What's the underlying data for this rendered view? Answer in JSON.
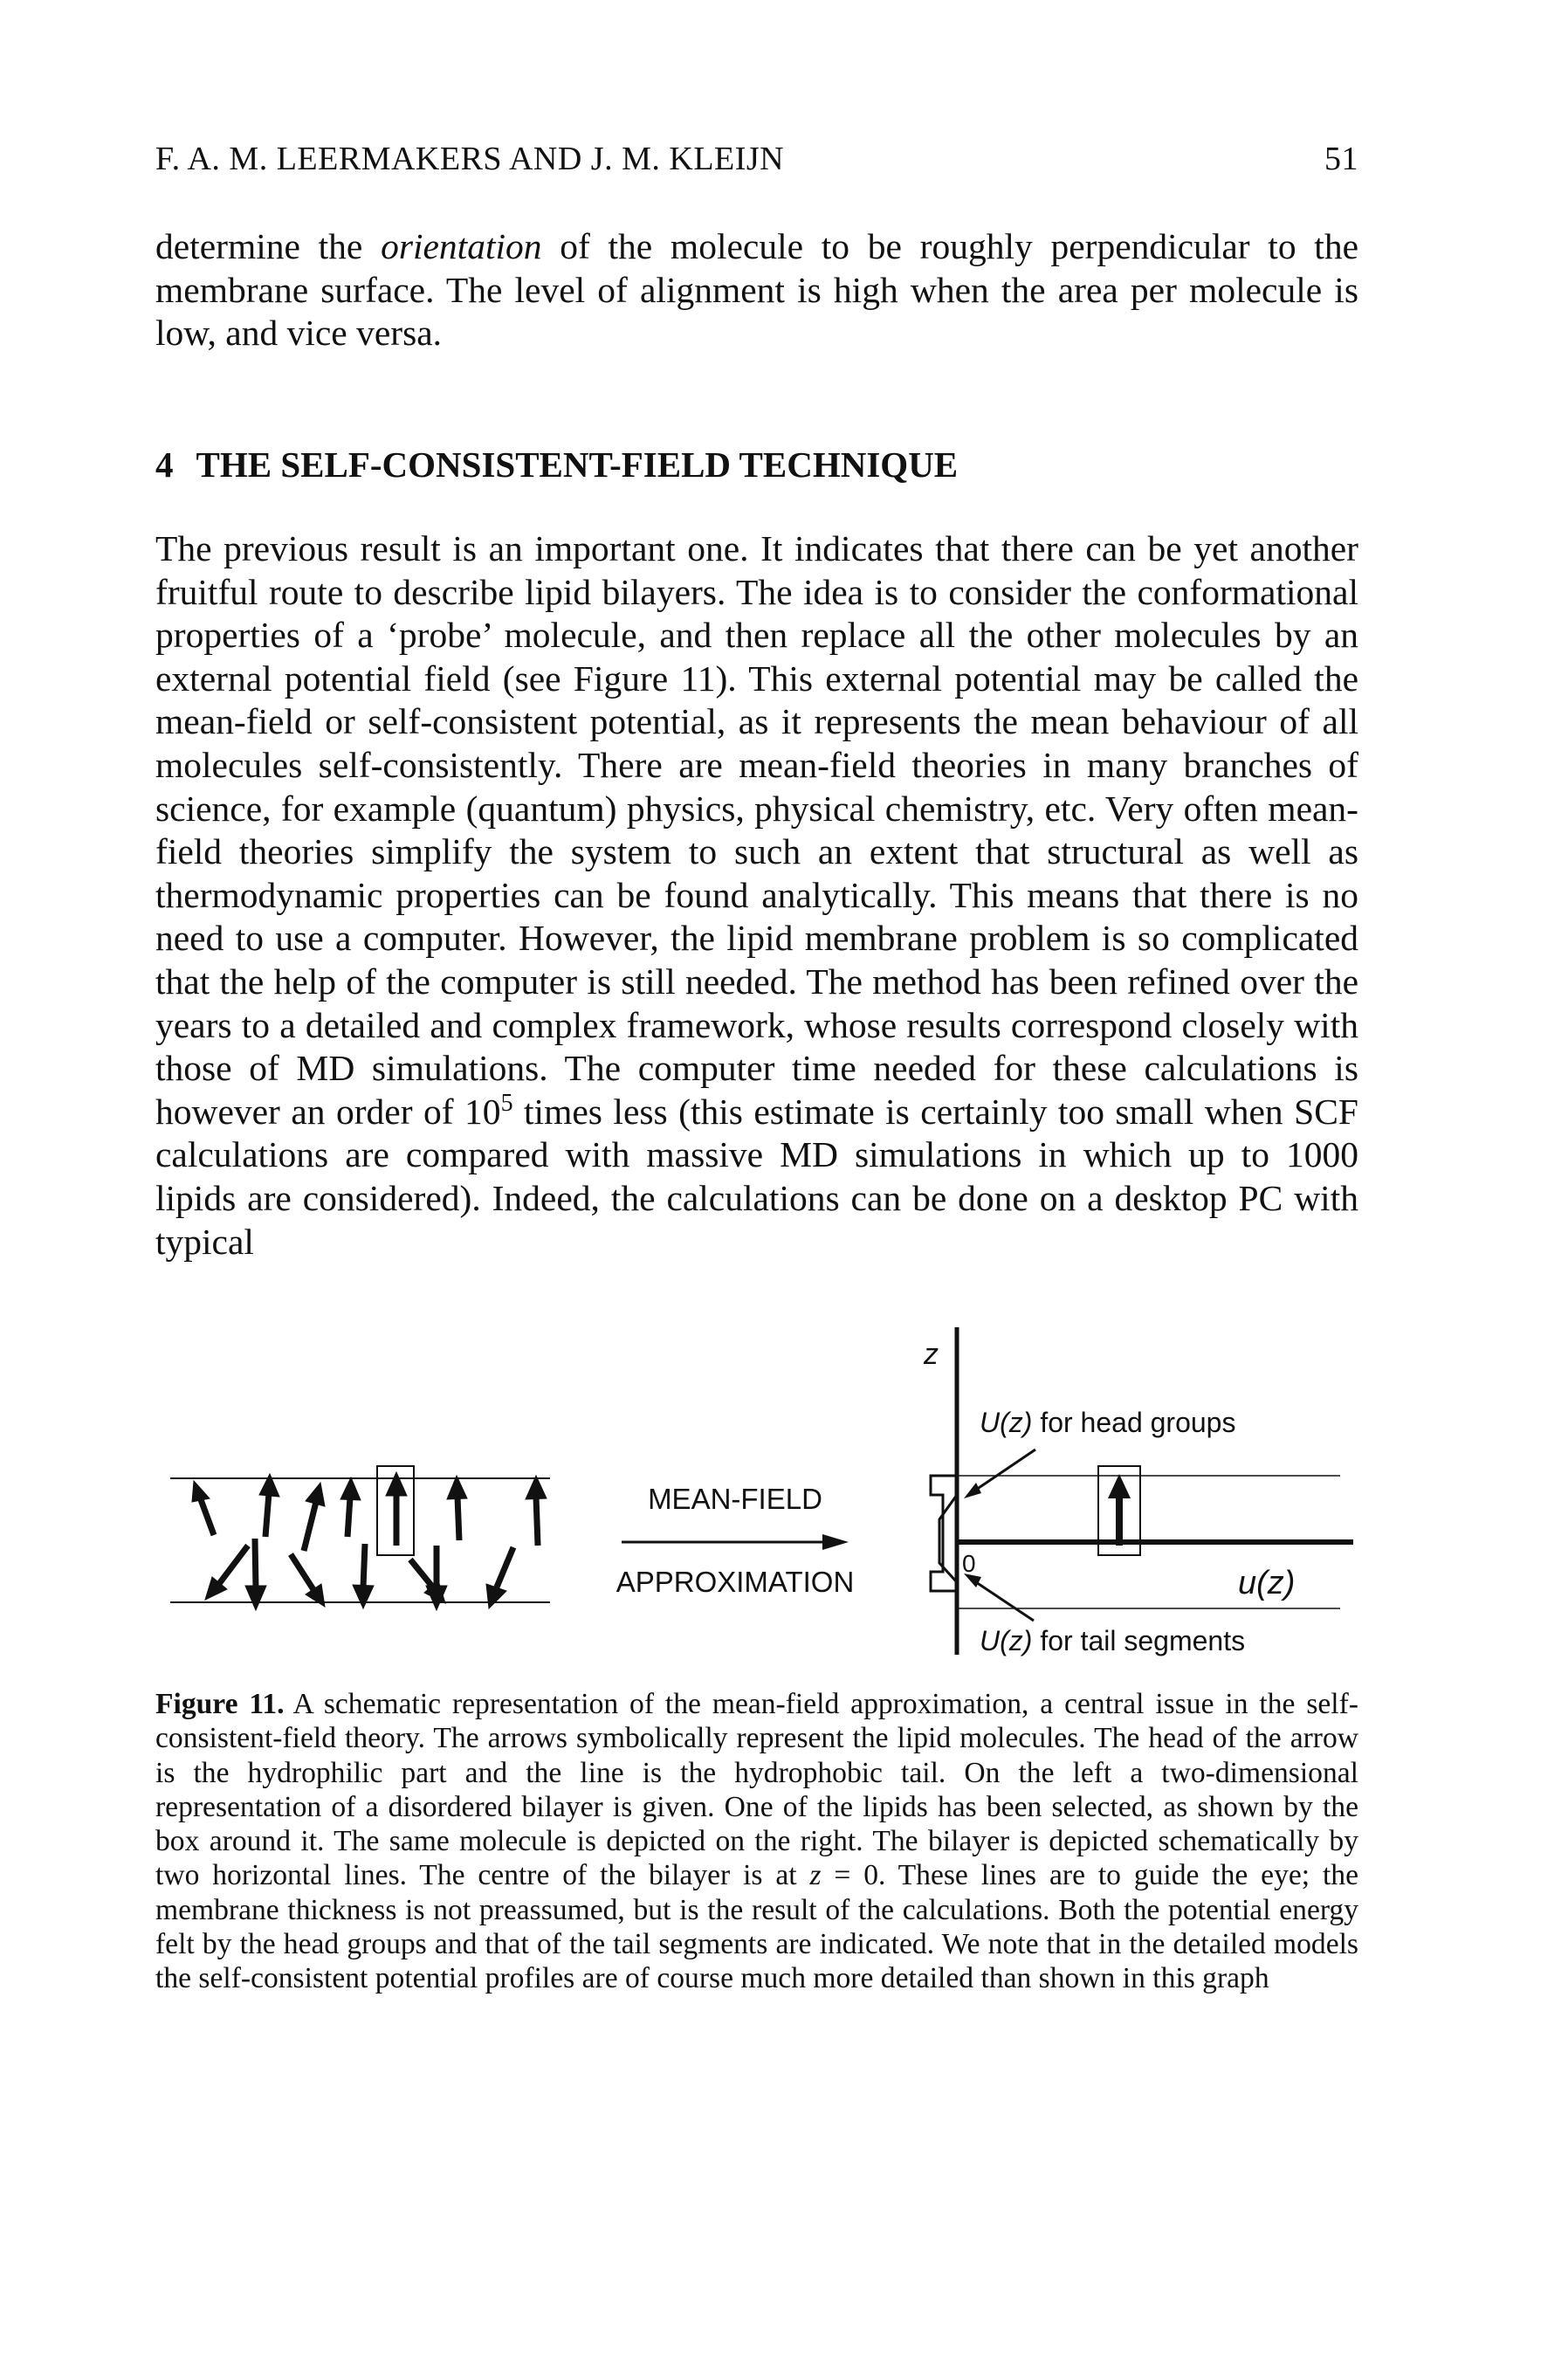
{
  "header": {
    "authors": "F. A. M. LEERMAKERS AND J. M. KLEIJN",
    "page_number": "51"
  },
  "paragraph_1": {
    "part1": "determine the ",
    "emphasis": "orientation",
    "part2": " of the molecule to be roughly perpendicular to the membrane surface. The level of alignment is high when the area per molecule is low, and vice versa."
  },
  "section": {
    "number": "4",
    "title": "THE SELF-CONSISTENT-FIELD TECHNIQUE"
  },
  "paragraph_2": {
    "part1": "The previous result is an important one. It indicates that there can be yet another fruitful route to describe lipid bilayers. The idea is to consider the conformational properties of a ‘probe’ molecule, and then replace all the other molecules by an external potential field (see Figure 11). This external potential may be called the mean-field or self-consistent potential, as it represents the mean behaviour of all molecules self-consistently. There are mean-field theories in many branches of science, for example (quantum) physics, physical chemis­try, etc. Very often mean-field theories simplify the system to such an extent that structural as well as thermodynamic properties can be found analytically. This means that there is no need to use a computer. However, the lipid membrane problem is so complicated that the help of the computer is still needed. The method has been refined over the years to a detailed and complex framework, whose results correspond closely with those of MD simulations. The computer time needed for these calculations is however an order of 10",
    "superscript": "5",
    "part2": " times less (this estimate is certainly too small when SCF calculations are compared with massive MD simulations in which up to 1000 lipids are con­sidered). Indeed, the calculations can be done on a desktop PC with typical"
  },
  "figure": {
    "arrow_label_top": "MEAN-FIELD",
    "arrow_label_bottom": "APPROXIMATION",
    "axis_label": "z",
    "origin_label": "0",
    "head_label_symbol": "U(z)",
    "head_label_text": " for head groups",
    "tail_label_symbol": "U(z)",
    "tail_label_text": " for tail segments",
    "profile_label": "u(z)"
  },
  "caption": {
    "label": "Figure 11.",
    "text1": "A schematic representation of the mean-field approximation, a central issue in the self-consistent-field theory. The arrows symbolically represent the lipid molecules. The head of the arrow is the hydrophilic part and the line is the hydrophobic tail. On the left a two-dimensional representation of a disordered bilayer is given. One of the lipids has been selected, as shown by the box around it. The same molecule is depicted on the right. The bilayer is depicted schematically by two horizontal lines. The centre of the bilayer is at ",
    "italic_z": "z",
    "text2": " = 0. These lines are to guide the eye; the membrane thickness is not pre­assumed, but is the result of the calculations. Both the potential energy felt by the head groups and that of the tail segments are indicated. We note that in the detailed models the self-consistent potential profiles are of course much more detailed than shown in this graph"
  }
}
